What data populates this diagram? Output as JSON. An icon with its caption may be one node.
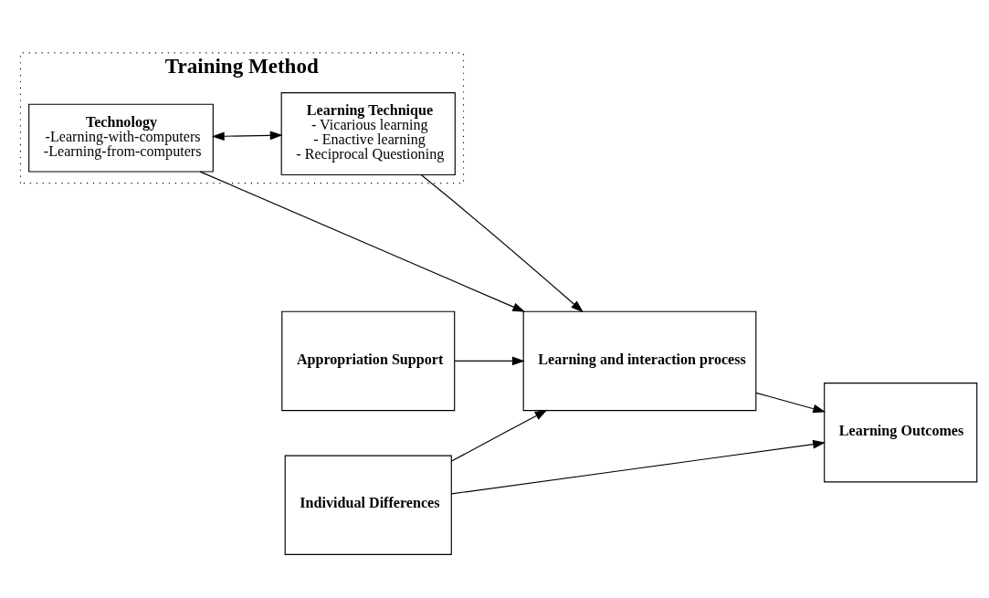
{
  "diagram": {
    "nodes": [
      {
        "text": [
          "Training Method"
        ]
      },
      {
        "text": [
          "Technology",
          "-Learning-with-computers",
          "-Learning-from-computers"
        ],
        "in": 0
      },
      {
        "text": [
          "Learning Technique",
          "- Vicarious learning",
          "- Enactive learning",
          "- Reciprocal Questioning"
        ],
        "in": 0
      },
      {
        "text": [
          "Individual Differences"
        ]
      },
      {
        "text": [
          "Learning and interaction process"
        ]
      },
      {
        "text": [
          "Learning Outcomes"
        ]
      },
      {
        "text": [
          "Appropriation Support"
        ]
      }
    ],
    "edges": [
      {
        "from": 1,
        "to": 4,
        "arrow": "to"
      },
      {
        "from": 2,
        "to": 4,
        "arrow": "to"
      },
      {
        "from": 1,
        "to": 2,
        "arrow": "both"
      },
      {
        "from": 3,
        "to": 4,
        "arrow": "to"
      },
      {
        "from": 3,
        "to": 5,
        "arrow": "to"
      },
      {
        "from": 4,
        "to": 5,
        "arrow": "to"
      },
      {
        "from": 6,
        "to": 4,
        "arrow": "to"
      }
    ]
  }
}
